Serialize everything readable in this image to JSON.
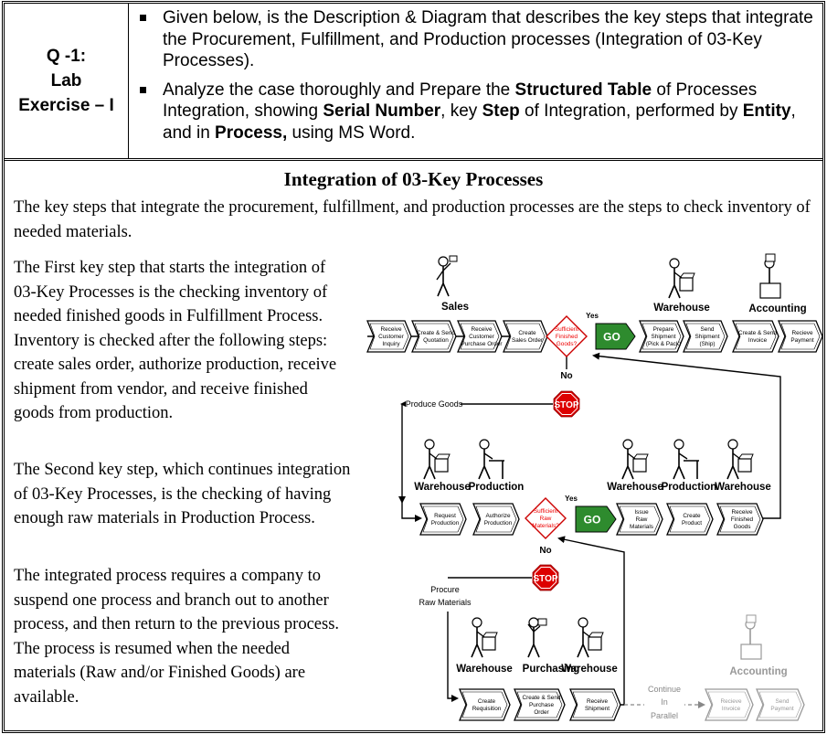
{
  "header": {
    "q_lines": [
      "Q -1:",
      "Lab",
      "Exercise – I"
    ],
    "bullet1": "Given below, is the Description & Diagram that describes the key steps that integrate the Procurement, Fulfillment, and Production processes (Integration of 03-Key Processes).",
    "bullet2": {
      "t1": "Analyze the case thoroughly and Prepare the ",
      "b1": "Structured Table",
      "t2": " of Processes Integration, showing ",
      "b2": "Serial Number",
      "t3": ", key ",
      "b3": "Step",
      "t4": " of Integration, performed by ",
      "b4": "Entity",
      "t5": ", and in ",
      "b5": "Process,",
      "t6": " using MS Word."
    }
  },
  "title": "Integration of 03-Key Processes",
  "paragraphs": {
    "intro": "The key steps that integrate the procurement, fulfillment, and production processes are the steps to check inventory of needed materials.",
    "first": "The First key step that starts the integration of 03-Key Processes is the checking inventory of needed finished goods in Fulfillment Process. Inventory is checked after the following steps:  create sales order, authorize production, receive shipment from vendor, and receive finished goods from production.",
    "second": "The Second key step, which continues integration of 03-Key Processes, is the checking of having enough raw materials in Production Process.",
    "third": "The integrated process requires a company to suspend one process and branch out to another process, and then return to the previous process.  The process is resumed when the needed materials (Raw and/or Finished Goods) are available."
  },
  "diagram": {
    "row1": {
      "entities": [
        "Sales",
        "Warehouse",
        "Accounting"
      ],
      "steps": [
        [
          "Receive",
          "Customer",
          "Inquiry"
        ],
        [
          "Create & Send",
          "Quotation"
        ],
        [
          "Receive",
          "Customer",
          "Purchase Order"
        ],
        [
          "Create",
          "Sales Order"
        ]
      ],
      "decision": [
        "Sufficient",
        "Finished",
        "Goods?"
      ],
      "go": "GO",
      "steps_after": [
        [
          "Prepare",
          "Shipment",
          "(Pick & Pack)"
        ],
        [
          "Send",
          "Shipment",
          "(Ship)"
        ],
        [
          "Create & Send",
          "Invoice"
        ],
        [
          "Recieve",
          "Payment"
        ]
      ],
      "yes": "Yes",
      "no": "No",
      "stop": "STOP",
      "branch_label": "Produce Goods"
    },
    "row2": {
      "entities_left": [
        "Warehouse",
        "Production"
      ],
      "entities_right": [
        "Warehouse",
        "Production",
        "Warehouse"
      ],
      "steps": [
        [
          "Request",
          "Production"
        ],
        [
          "Authorize",
          "Production"
        ]
      ],
      "decision": [
        "Sufficient",
        "Raw",
        "Materials?"
      ],
      "go": "GO",
      "steps_after": [
        [
          "Issue",
          "Raw",
          "Materials"
        ],
        [
          "Create",
          "Product"
        ],
        [
          "Receive",
          "Finished",
          "Goods"
        ]
      ],
      "yes": "Yes",
      "no": "No",
      "stop": "STOP",
      "branch_label": [
        "Procure",
        "Raw Materials"
      ]
    },
    "row3": {
      "entities": [
        "Warehouse",
        "Purchasing",
        "Warehouse"
      ],
      "entity_faded": "Accounting",
      "steps": [
        [
          "Create",
          "Requisition"
        ],
        [
          "Create & Send",
          "Purchase",
          "Order"
        ],
        [
          "Receive",
          "Shipment"
        ]
      ],
      "continue_label": [
        "Continue",
        "In",
        "Parallel"
      ],
      "steps_faded": [
        [
          "Recieve",
          "Invoice"
        ],
        [
          "Send",
          "Payment"
        ]
      ]
    }
  }
}
